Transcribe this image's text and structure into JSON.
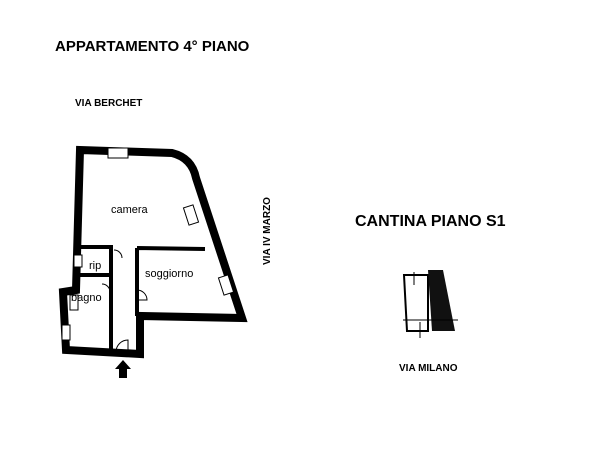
{
  "apartment": {
    "title": "APPARTAMENTO 4° PIANO",
    "street_north": "VIA BERCHET",
    "street_east": "VIA IV MARZO",
    "rooms": [
      "camera",
      "rip",
      "soggiorno",
      "bagno"
    ],
    "entrance_icon": "arrow-up-icon"
  },
  "cellar": {
    "title": "CANTINA PIANO S1",
    "street": "VIA MILANO"
  }
}
